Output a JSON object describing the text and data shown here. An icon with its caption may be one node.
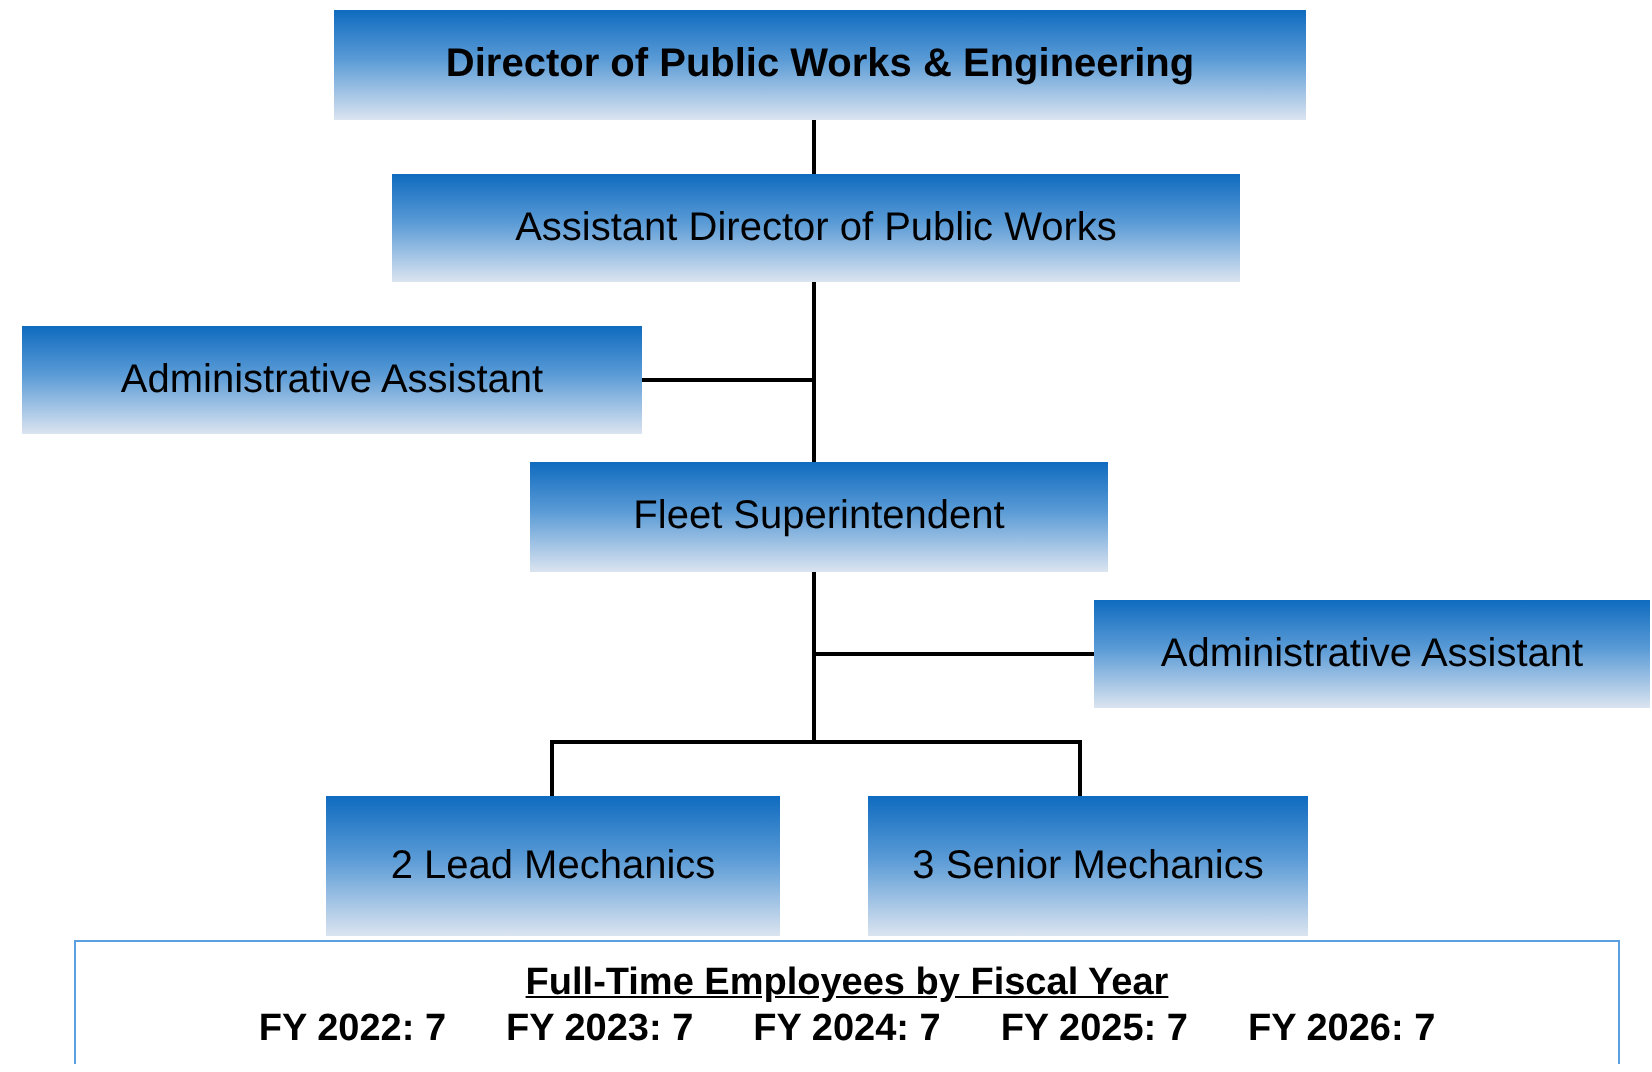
{
  "diagram": {
    "nodes": [
      {
        "text": [
          "Director of Public Works & Engineering"
        ]
      },
      {
        "text": [
          "Assistant Director of Public Works"
        ]
      },
      {
        "text": [
          "Administrative Assistant"
        ]
      },
      {
        "text": [
          "Fleet Superintendent"
        ]
      },
      {
        "text": [
          "Administrative Assistant"
        ]
      },
      {
        "text": [
          "2 Lead Mechanics"
        ]
      },
      {
        "text": [
          "3 Senior Mechanics"
        ]
      },
      {
        "text": [
          "Full-Time Employees by Fiscal Year",
          "FY 2022: 7",
          "FY 2023: 7",
          "FY 2024: 7",
          "FY 2025: 7",
          "FY 2026: 7"
        ]
      }
    ],
    "edges": [
      {
        "from": 0,
        "to": 1,
        "arrow": "none"
      },
      {
        "from": 1,
        "to": 2,
        "arrow": "none"
      },
      {
        "from": 1,
        "to": 3,
        "arrow": "none"
      },
      {
        "from": 3,
        "to": 4,
        "arrow": "none"
      },
      {
        "from": 3,
        "to": 5,
        "arrow": "none"
      },
      {
        "from": 3,
        "to": 6,
        "arrow": "none"
      }
    ]
  }
}
